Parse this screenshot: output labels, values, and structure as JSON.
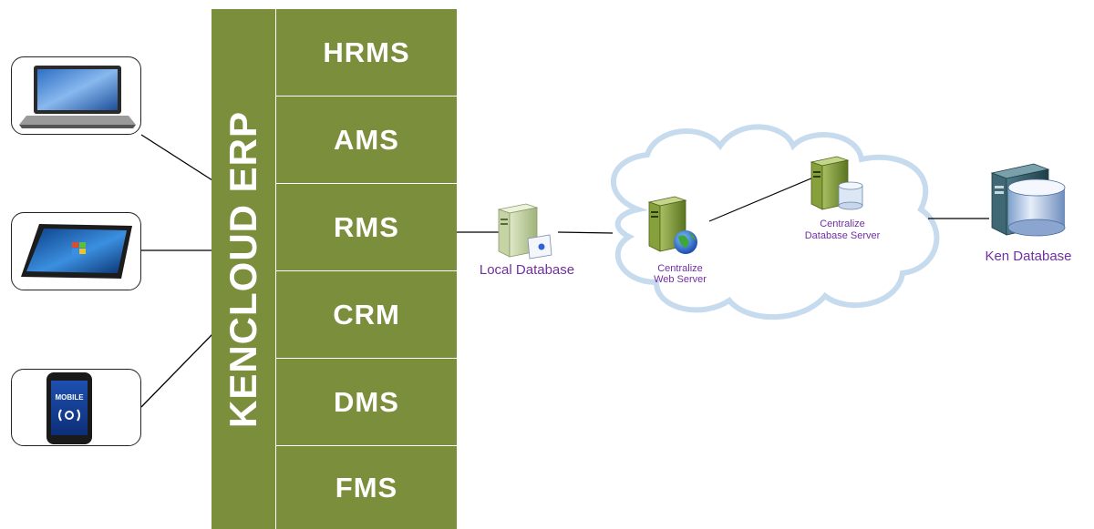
{
  "erp": {
    "title": "KENCLOUD ERP"
  },
  "modules": [
    "HRMS",
    "AMS",
    "RMS",
    "CRM",
    "DMS",
    "FMS"
  ],
  "devices": [
    {
      "name": "laptop-icon"
    },
    {
      "name": "tablet-icon"
    },
    {
      "name": "mobile-icon",
      "screen_text": "MOBILE"
    }
  ],
  "nodes": {
    "local_db": {
      "label": "Local Database"
    },
    "web_server": {
      "label_line1": "Centralize",
      "label_line2": "Web Server"
    },
    "db_server": {
      "label_line1": "Centralize",
      "label_line2": "Database Server"
    },
    "ken_db": {
      "label": "Ken Database"
    }
  },
  "colors": {
    "module_green": "#7b8e3c",
    "label_purple": "#7030a0",
    "cloud_stroke": "#b8cfe4"
  }
}
